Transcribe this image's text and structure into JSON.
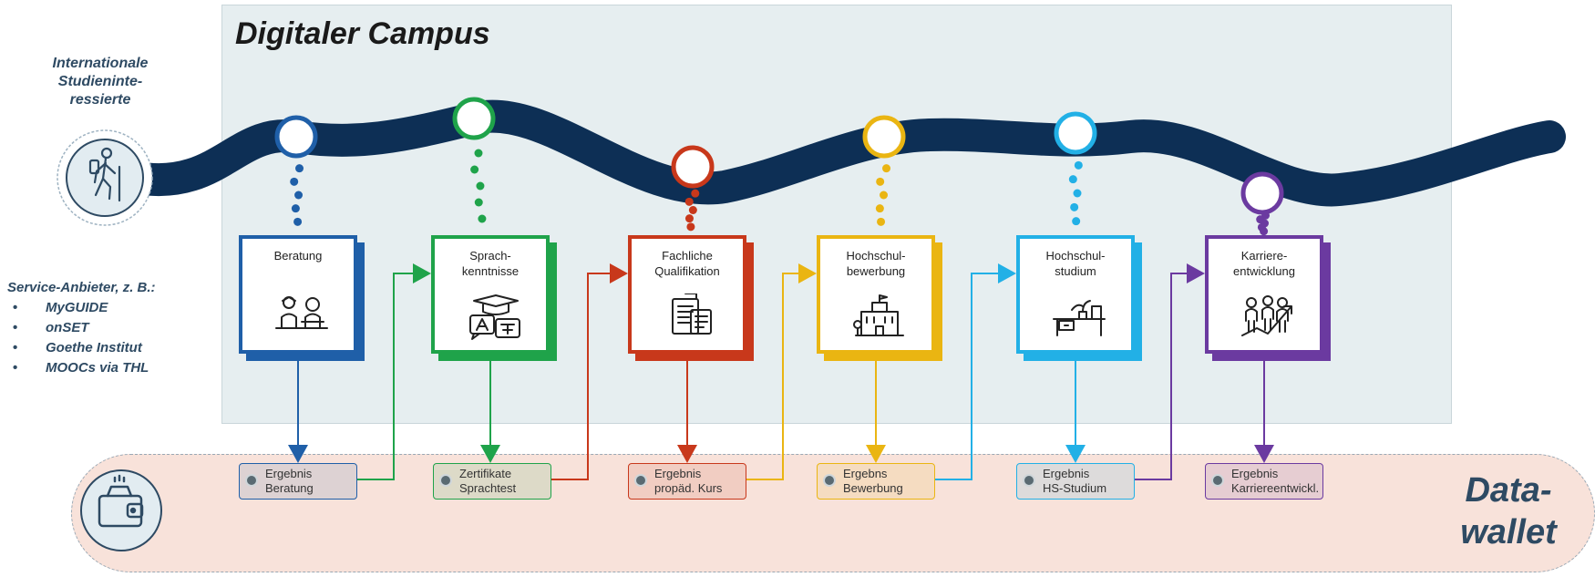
{
  "campus_title": "Digitaler Campus",
  "traveler": {
    "label_lines": [
      "Internationale",
      "Studieninte-",
      "ressierte"
    ],
    "icon": "hiker-icon"
  },
  "providers": {
    "title": "Service-Anbieter, z. B.:",
    "items": [
      "MyGUIDE",
      "onSET",
      "Goethe Institut",
      "MOOCs via THL"
    ]
  },
  "wallet": {
    "label_line1": "Data-",
    "label_line2": "wallet",
    "icon": "wallet-icon"
  },
  "colors": {
    "path": "#0d2f55",
    "panel": "#e6eef0",
    "wallet_band": "#f8e2da",
    "label_text": "#2e4a63"
  },
  "stages": [
    {
      "id": "beratung",
      "color": "#1f5fa8",
      "title_lines": [
        "Beratung"
      ],
      "icon": "consultation-icon",
      "result_lines": [
        "Ergebnis",
        "Beratung"
      ]
    },
    {
      "id": "sprache",
      "color": "#1fa34a",
      "title_lines": [
        "Sprach-",
        "kenntnisse"
      ],
      "icon": "language-icon",
      "result_lines": [
        "Zertifikate",
        "Sprachtest"
      ]
    },
    {
      "id": "fachlich",
      "color": "#c8381b",
      "title_lines": [
        "Fachliche",
        "Qualifikation"
      ],
      "icon": "documents-icon",
      "result_lines": [
        "Ergebnis",
        "propäd. Kurs"
      ]
    },
    {
      "id": "bewerbung",
      "color": "#eab512",
      "title_lines": [
        "Hochschul-",
        "bewerbung"
      ],
      "icon": "university-building-icon",
      "result_lines": [
        "Ergebns",
        "Bewerbung"
      ]
    },
    {
      "id": "studium",
      "color": "#22b0e6",
      "title_lines": [
        "Hochschul-",
        "studium"
      ],
      "icon": "desk-icon",
      "result_lines": [
        "Ergebnis",
        "HS-Studium"
      ]
    },
    {
      "id": "karriere",
      "color": "#6b3aa0",
      "title_lines": [
        "Karriere-",
        "entwicklung"
      ],
      "icon": "career-growth-icon",
      "result_lines": [
        "Ergebnis",
        "Karriereentwickl."
      ]
    }
  ]
}
